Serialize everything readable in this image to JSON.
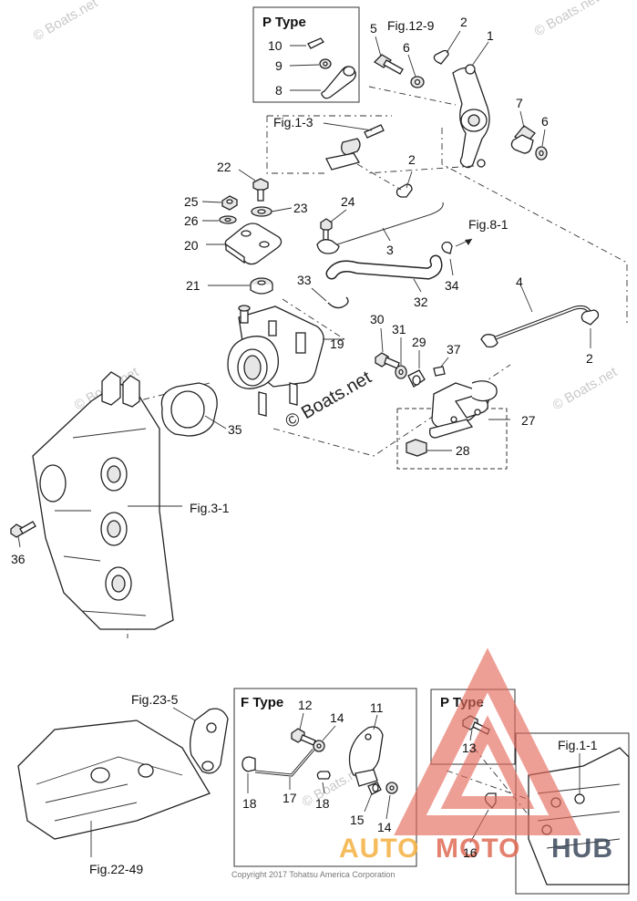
{
  "watermarks": {
    "boats_net": "© Boats.net",
    "center": "© Boats.net",
    "logo_text_auto": "AUTO",
    "logo_text_moto": "MOTO",
    "logo_text_hub": "HUB"
  },
  "copyright": "Copyright 2017 Tohatsu America Corporation",
  "boxes": {
    "p_type_top": "P Type",
    "f_type": "F Type",
    "p_type_bottom": "P Type"
  },
  "references": {
    "fig_12_9": "Fig.12-9",
    "fig_1_3": "Fig.1-3",
    "fig_8_1": "Fig.8-1",
    "fig_3_1": "Fig.3-1",
    "fig_23_5": "Fig.23-5",
    "fig_22_49": "Fig.22-49",
    "fig_1_1": "Fig.1-1"
  },
  "part_numbers": {
    "n1": "1",
    "n2a": "2",
    "n2b": "2",
    "n2c": "2",
    "n3": "3",
    "n4": "4",
    "n5": "5",
    "n6a": "6",
    "n6b": "6",
    "n7": "7",
    "n8": "8",
    "n9": "9",
    "n10": "10",
    "n11": "11",
    "n12": "12",
    "n13": "13",
    "n14a": "14",
    "n14b": "14",
    "n15": "15",
    "n16": "16",
    "n17": "17",
    "n18a": "18",
    "n18b": "18",
    "n19": "19",
    "n20": "20",
    "n21": "21",
    "n22": "22",
    "n23": "23",
    "n24": "24",
    "n25": "25",
    "n26": "26",
    "n27": "27",
    "n28": "28",
    "n29": "29",
    "n30": "30",
    "n31": "31",
    "n32": "32",
    "n33": "33",
    "n34": "34",
    "n35": "35",
    "n36": "36",
    "n37": "37"
  }
}
